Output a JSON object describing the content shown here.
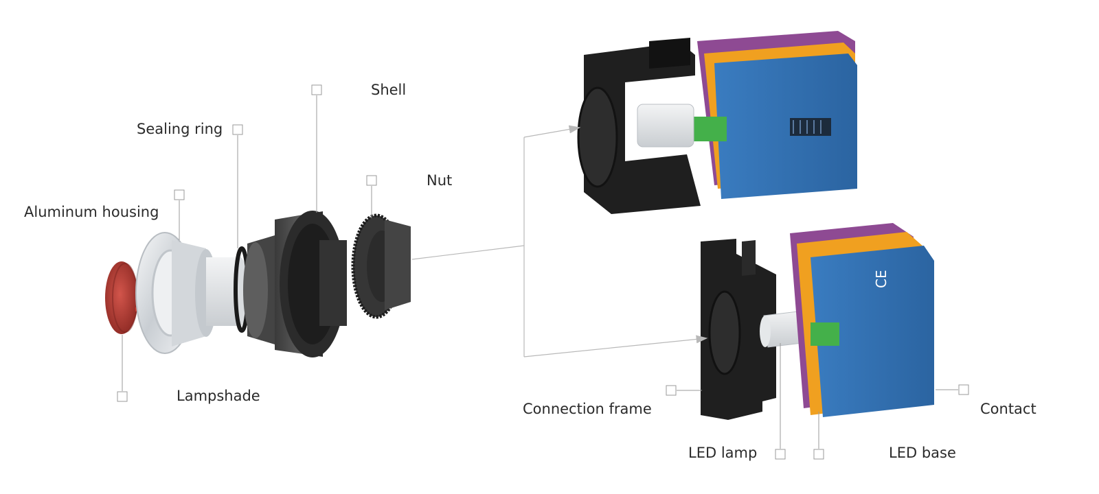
{
  "labels": {
    "shell": "Shell",
    "sealing_ring": "Sealing ring",
    "nut": "Nut",
    "aluminum_housing": "Aluminum housing",
    "lampshade": "Lampshade",
    "connection_frame": "Connection frame",
    "contact": "Contact",
    "led_lamp": "LED lamp",
    "led_base": "LED base"
  },
  "colors": {
    "leader": "#9a9a9a",
    "arrow": "#b0b0b0",
    "frame": "#1f1f1f",
    "contact_blue": "#2f6fb0",
    "contact_orange": "#f0a020",
    "contact_purple": "#8e4a93",
    "led_green": "#44b04a",
    "lampshade_red": "#b93a32",
    "housing_silver": "#e4e7ea",
    "shell_dark": "#2b2b2b"
  }
}
